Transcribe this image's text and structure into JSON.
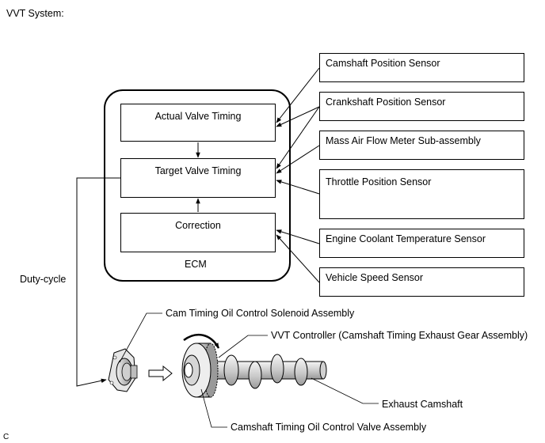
{
  "title": "VVT System:",
  "ecm": {
    "label": "ECM",
    "blocks": {
      "actual": "Actual Valve Timing",
      "target": "Target Valve Timing",
      "correction": "Correction"
    }
  },
  "sensors": {
    "camshaft_position": "Camshaft Position Sensor",
    "crankshaft_position": "Crankshaft Position Sensor",
    "mass_air_flow": "Mass Air Flow Meter Sub-assembly",
    "throttle_position": "Throttle Position Sensor",
    "engine_coolant_temp": "Engine Coolant Temperature Sensor",
    "vehicle_speed": "Vehicle Speed Sensor"
  },
  "signal_label": "Duty-cycle",
  "components": {
    "solenoid": "Cam Timing Oil Control Solenoid Assembly",
    "vvt_controller": "VVT Controller (Camshaft Timing Exhaust Gear Assembly)",
    "exhaust_camshaft": "Exhaust Camshaft",
    "ocv": "Camshaft Timing Oil Control Valve Assembly"
  },
  "corner_code": "C",
  "colors": {
    "line": "#000000",
    "background": "#ffffff",
    "part_shade": "#d9d9d9"
  }
}
